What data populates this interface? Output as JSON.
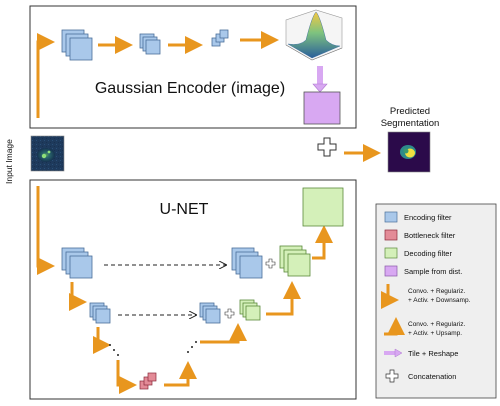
{
  "encoder": {
    "title": "Gaussian Encoder (image)"
  },
  "unet": {
    "title": "U-NET"
  },
  "input_label": "Input Image",
  "output_label": {
    "line1": "Predicted",
    "line2": "Segmentation"
  },
  "legend": {
    "items": [
      {
        "label": "Encoding filter",
        "icon": "encoding-filter-swatch",
        "color": "#a9c8ea"
      },
      {
        "label": "Bottleneck filter",
        "icon": "bottleneck-filter-swatch",
        "color": "#e38b97"
      },
      {
        "label": "Decoding filter",
        "icon": "decoding-filter-swatch",
        "color": "#d4f0b9"
      },
      {
        "label": "Sample from dist.",
        "icon": "sample-swatch",
        "color": "#d8a8f2"
      }
    ],
    "downsample": {
      "line1": "Convo. + Regulariz.",
      "line2": "+ Activ. + Downsamp."
    },
    "upsample": {
      "line1": "Convo. + Regulariz.",
      "line2": "+ Activ. + Upsamp."
    },
    "tile": "Tile + Reshape",
    "concat": "Concatenation"
  },
  "colors": {
    "arrow": "#e8961e",
    "encoding": "#a9c8ea",
    "bottleneck": "#e38b97",
    "decoding": "#d4f0b9",
    "sample": "#d8a8f2",
    "tile_arrow": "#d8a8f2"
  }
}
